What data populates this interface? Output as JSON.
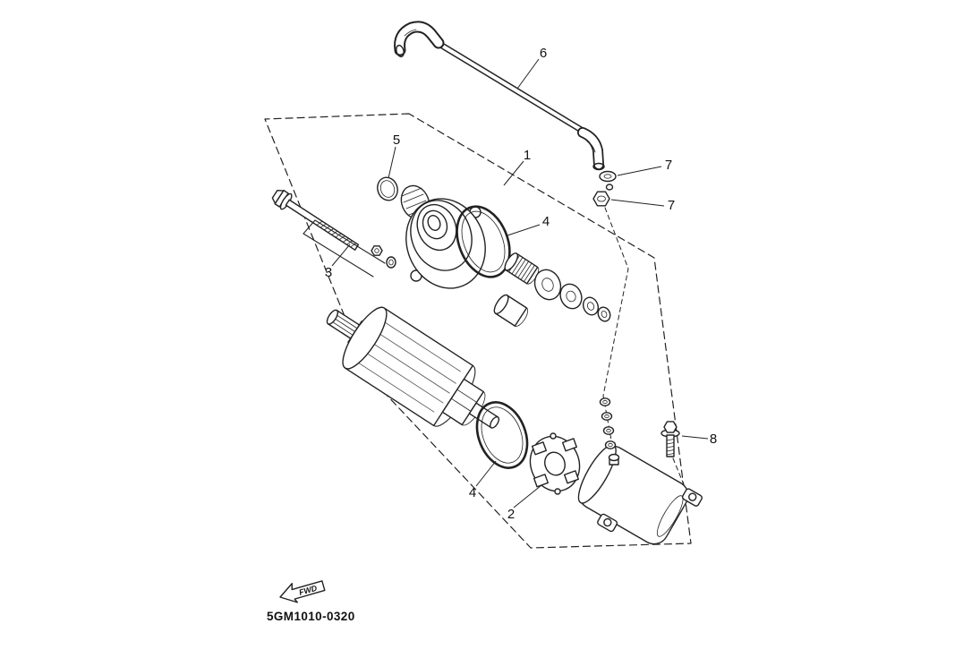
{
  "diagram": {
    "code": "5GM1010-0320",
    "fwd_label": "FWD",
    "callouts": [
      "6",
      "5",
      "1",
      "7",
      "7",
      "4",
      "3",
      "4",
      "2",
      "8"
    ],
    "colors": {
      "line": "#222222",
      "background": "#ffffff"
    }
  }
}
